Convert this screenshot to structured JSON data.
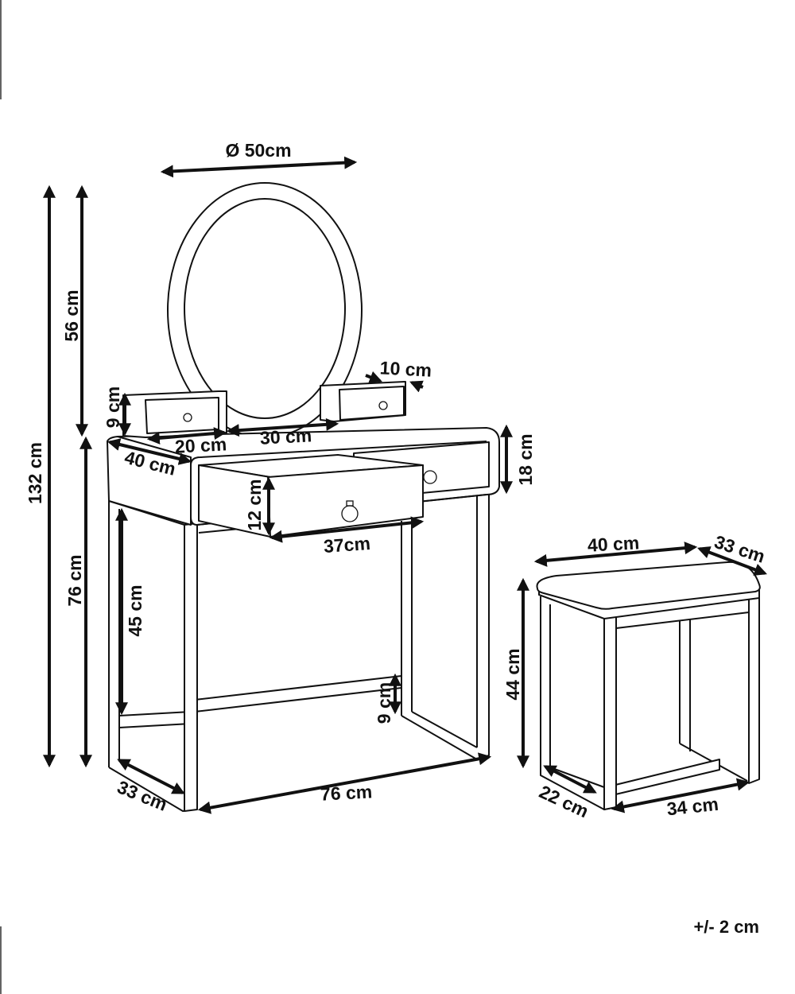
{
  "vanity": {
    "mirror_diameter": "Ø 50cm",
    "total_height": "132 cm",
    "mirror_height": "56 cm",
    "table_height": "76 cm",
    "small_drawer_height": "9 cm",
    "small_drawer_width": "20 cm",
    "mirror_gap": "30 cm",
    "small_drawer_depth": "10 cm",
    "top_depth": "40 cm",
    "apron_height": "18 cm",
    "drawer_height": "12 cm",
    "drawer_width": "37cm",
    "leg_clearance": "45 cm",
    "shelf_height": "9 cm",
    "width": "76 cm",
    "base_depth": "33 cm"
  },
  "stool": {
    "width": "40 cm",
    "depth": "33 cm",
    "height": "44 cm",
    "base_depth": "22 cm",
    "base_width": "34 cm"
  },
  "tolerance": "+/- 2 cm"
}
